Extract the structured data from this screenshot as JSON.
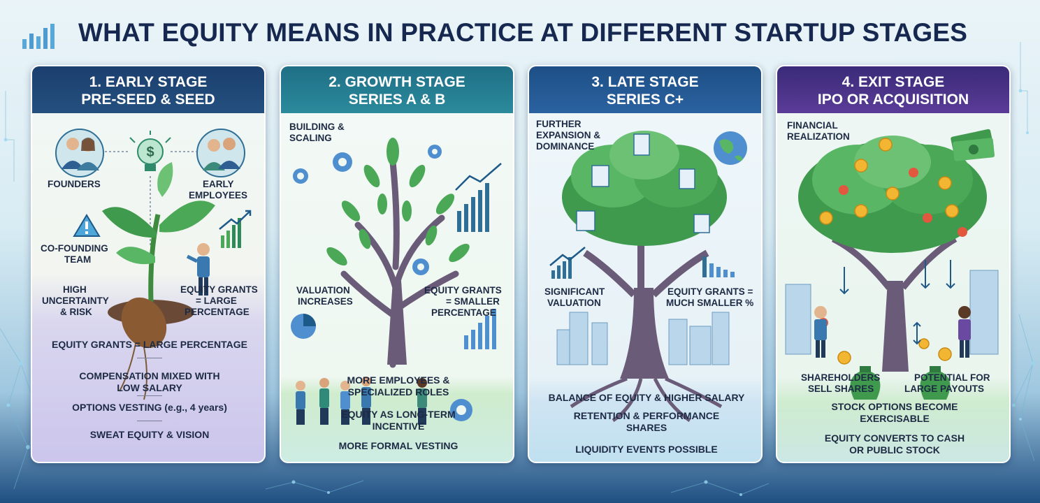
{
  "title": "WHAT EQUITY MEANS IN PRACTICE AT DIFFERENT STARTUP STAGES",
  "colors": {
    "navy": "#16284f",
    "early": "#1b3f6e",
    "growth": "#1f6f86",
    "late": "#1e4f86",
    "exit": "#3a2a78",
    "leaf": "#3f9a4e",
    "coin": "#f2b632"
  },
  "panels": [
    {
      "title_line1": "1. EARLY STAGE",
      "title_line2": "PRE-SEED & SEED",
      "labels": {
        "founders": "FOUNDERS",
        "early_employees_1": "EARLY",
        "early_employees_2": "EMPLOYEES",
        "cofounding_1": "CO-FOUNDING",
        "cofounding_2": "TEAM",
        "uncertainty_1": "HIGH",
        "uncertainty_2": "UNCERTAINTY",
        "uncertainty_3": "& RISK",
        "grants_1": "EQUITY GRANTS",
        "grants_2": "= LARGE",
        "grants_3": "PERCENTAGE"
      },
      "bullets": [
        "EQUITY GRANTS = LARGE PERCENTAGE",
        "COMPENSATION MIXED WITH",
        "LOW SALARY",
        "OPTIONS VESTING (e.g., 4 years)",
        "SWEAT EQUITY & VISION"
      ]
    },
    {
      "title_line1": "2. GROWTH STAGE",
      "title_line2": "SERIES A & B",
      "labels": {
        "building_1": "BUILDING &",
        "building_2": "SCALING",
        "valuation_1": "VALUATION",
        "valuation_2": "INCREASES",
        "grants_1": "EQUITY GRANTS",
        "grants_2": "= SMALLER",
        "grants_3": "PERCENTAGE"
      },
      "bullets": [
        "MORE EMPLOYEES &",
        "SPECIALIZED ROLES",
        "EQUITY AS LONG-TERM",
        "INCENTIVE",
        "MORE FORMAL VESTING"
      ]
    },
    {
      "title_line1": "3. LATE STAGE",
      "title_line2": "SERIES C+",
      "labels": {
        "expansion_1": "FURTHER",
        "expansion_2": "EXPANSION &",
        "expansion_3": "DOMINANCE",
        "valuation_1": "SIGNIFICANT",
        "valuation_2": "VALUATION",
        "grants_1": "EQUITY GRANTS =",
        "grants_2": "MUCH SMALLER %"
      },
      "bullets": [
        "BALANCE OF EQUITY & HIGHER SALARY",
        "RETENTION & PERFORMANCE",
        "SHARES",
        "LIQUIDITY EVENTS POSSIBLE"
      ]
    },
    {
      "title_line1": "4. EXIT STAGE",
      "title_line2": "IPO OR ACQUISITION",
      "labels": {
        "realization_1": "FINANCIAL",
        "realization_2": "REALIZATION",
        "sell_1": "SHAREHOLDERS",
        "sell_2": "SELL SHARES",
        "payouts_1": "POTENTIAL FOR",
        "payouts_2": "LARGE PAYOUTS"
      },
      "bullets": [
        "STOCK OPTIONS BECOME",
        "EXERCISABLE",
        "EQUITY CONVERTS TO CASH",
        "OR PUBLIC STOCK"
      ]
    }
  ]
}
